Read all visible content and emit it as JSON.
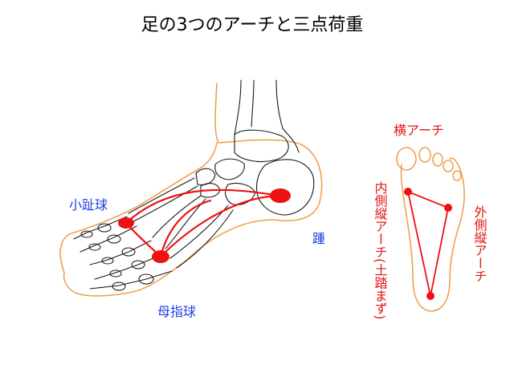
{
  "title": "足の3つのアーチと三点荷重",
  "colors": {
    "label_blue": "#1f3fe0",
    "label_red": "#e01414",
    "point": "#ee1111",
    "skin_outline": "#f0a050",
    "bone": "#1a1a1a"
  },
  "side_view": {
    "labels": {
      "little_toe_ball": "小趾球",
      "big_toe_ball": "母指球",
      "heel": "踵"
    }
  },
  "sole_view": {
    "labels": {
      "transverse_arch": "横アーチ",
      "medial_arch": "内側縦アーチ(土踏まず)",
      "lateral_arch": "外側縦アーチ"
    }
  }
}
